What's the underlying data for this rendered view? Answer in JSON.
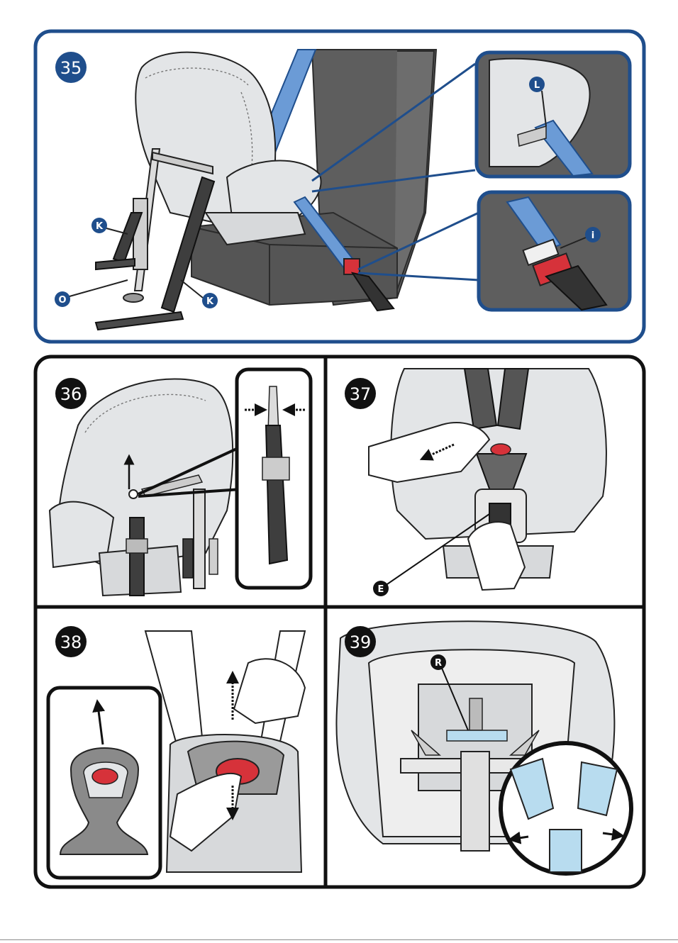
{
  "panels": {
    "p35": {
      "step": "35",
      "markers": {
        "L": "L",
        "i": "i",
        "K1": "K",
        "K2": "K",
        "O": "O"
      }
    },
    "p36": {
      "step": "36"
    },
    "p37": {
      "step": "37",
      "markers": {
        "E": "E"
      }
    },
    "p38": {
      "step": "38"
    },
    "p39": {
      "step": "39",
      "markers": {
        "R": "R"
      }
    }
  },
  "colors": {
    "blue_frame": "#1f4e8c",
    "belt_blue": "#6b9bd6",
    "seat_gray": "#5e5e5e",
    "shell_gray": "#e3e5e7",
    "button_red": "#d6323a",
    "light_blue": "#b8dcef"
  }
}
